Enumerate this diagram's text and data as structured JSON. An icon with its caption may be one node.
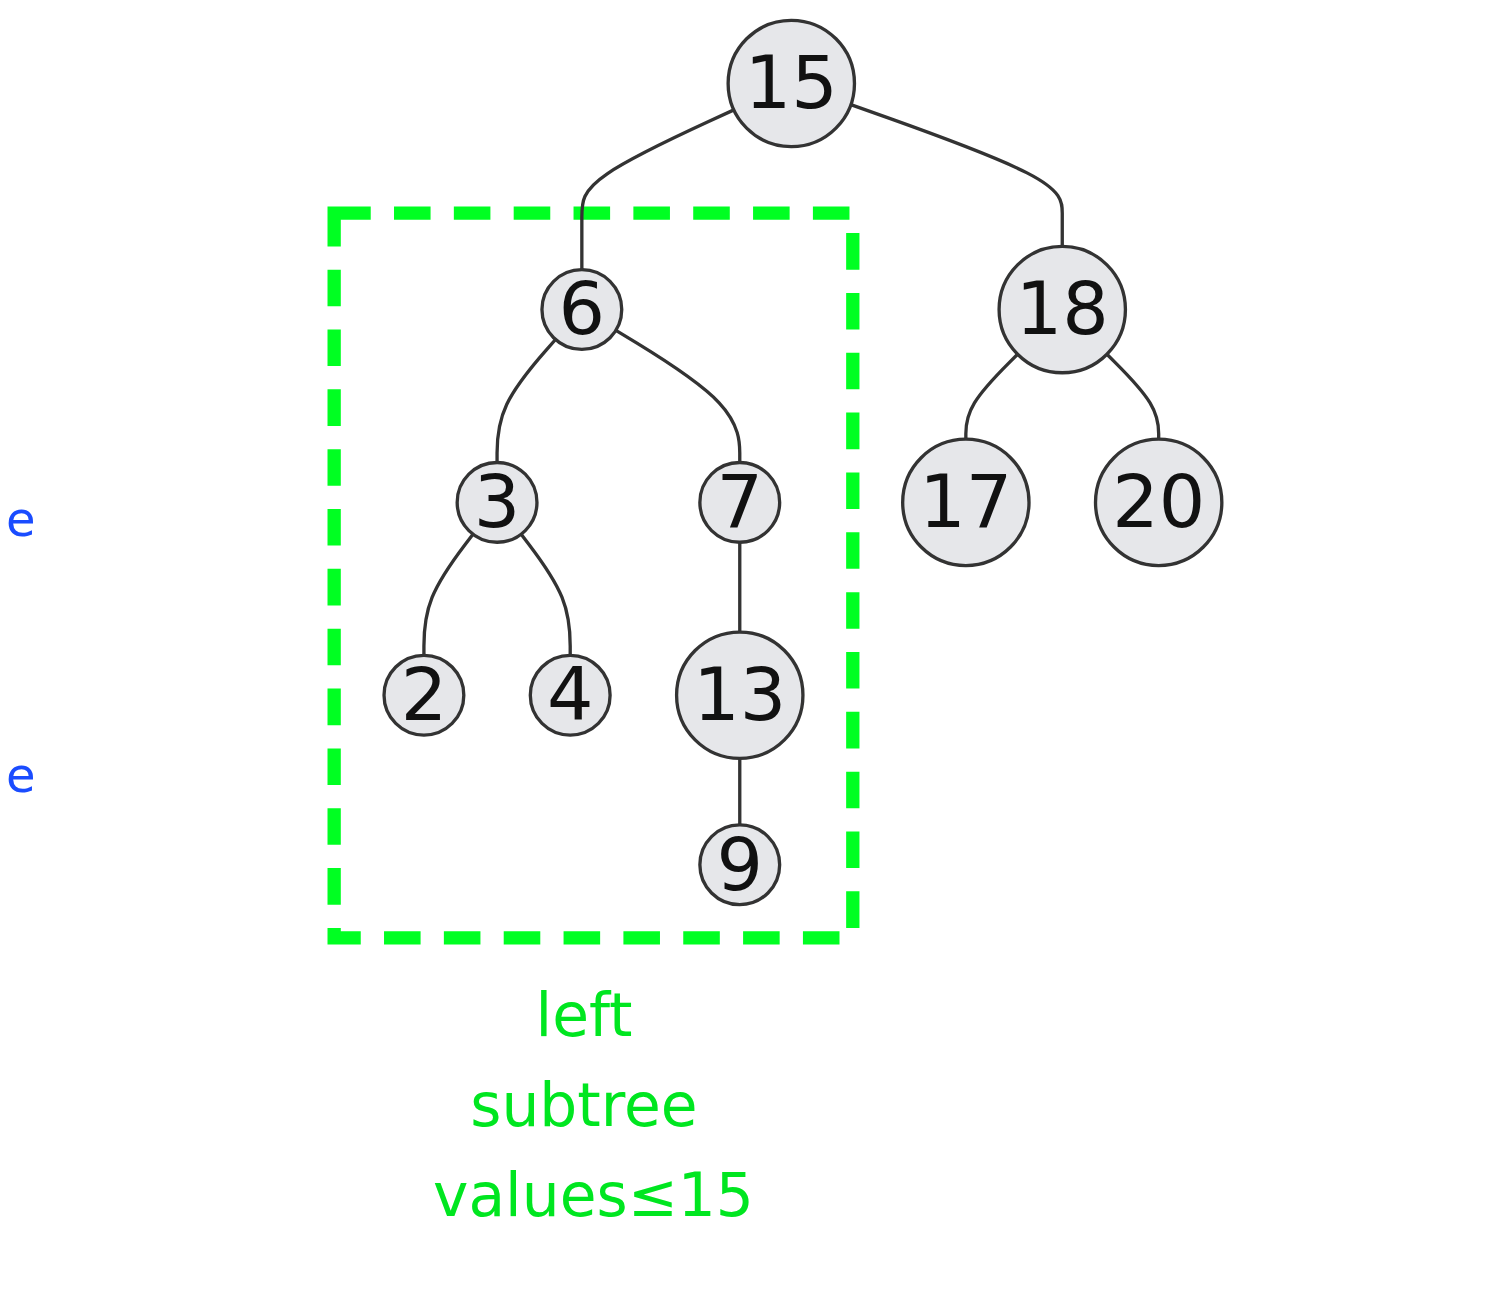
{
  "diagram": {
    "nodes": [
      {
        "text": [
          "left subtree values≤15"
        ]
      },
      {
        "text": [
          "15"
        ]
      },
      {
        "text": [
          "6"
        ],
        "in": 0
      },
      {
        "text": [
          "18"
        ]
      },
      {
        "text": [
          "3"
        ],
        "in": 0
      },
      {
        "text": [
          "7"
        ],
        "in": 0
      },
      {
        "text": [
          "17"
        ]
      },
      {
        "text": [
          "20"
        ]
      },
      {
        "text": [
          "2"
        ],
        "in": 0
      },
      {
        "text": [
          "4"
        ],
        "in": 0
      },
      {
        "text": [
          "13"
        ],
        "in": 0
      },
      {
        "text": [
          "9"
        ],
        "in": 0
      }
    ],
    "edges": [
      {
        "from": 1,
        "to": 2,
        "arrow": "none"
      },
      {
        "from": 1,
        "to": 3,
        "arrow": "none"
      },
      {
        "from": 2,
        "to": 4,
        "arrow": "none"
      },
      {
        "from": 2,
        "to": 5,
        "arrow": "none"
      },
      {
        "from": 3,
        "to": 6,
        "arrow": "none"
      },
      {
        "from": 3,
        "to": 7,
        "arrow": "none"
      },
      {
        "from": 4,
        "to": 8,
        "arrow": "none"
      },
      {
        "from": 4,
        "to": 9,
        "arrow": "none"
      },
      {
        "from": 5,
        "to": 10,
        "arrow": "none"
      },
      {
        "from": 10,
        "to": 11,
        "arrow": "none"
      }
    ],
    "labels": [
      "e",
      "e"
    ]
  }
}
